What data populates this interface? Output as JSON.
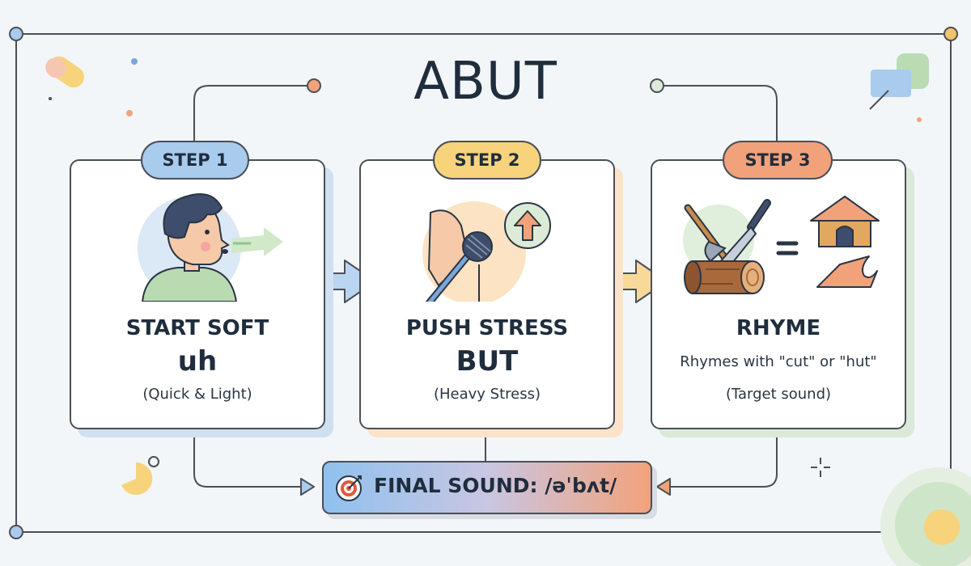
{
  "title": "ABUT",
  "steps": [
    {
      "label": "STEP 1",
      "heading": "START SOFT",
      "sound": "uh",
      "note": "(Quick & Light)"
    },
    {
      "label": "STEP 2",
      "heading": "PUSH STRESS",
      "sound": "BUT",
      "note": "(Heavy Stress)"
    },
    {
      "label": "STEP 3",
      "heading": "RHYME",
      "description": "Rhymes with \"cut\" or \"hut\"",
      "note": "(Target sound)"
    }
  ],
  "final": {
    "text": "FINAL SOUND: /əˈbʌt/"
  },
  "colors": {
    "step1": "#a9cbee",
    "step2": "#f7d37c",
    "step3": "#f2a27b",
    "outline": "#4a4f57",
    "text": "#1f2d3d"
  },
  "icons": {
    "step1": "person-speaking-icon",
    "step2": "microphone-icon",
    "step2_badge": "arrow-up-icon",
    "step3_a": "axe-icon",
    "step3_b": "knife-icon",
    "step3_c": "log-icon",
    "step3_d": "hut-icon",
    "final": "target-icon"
  }
}
